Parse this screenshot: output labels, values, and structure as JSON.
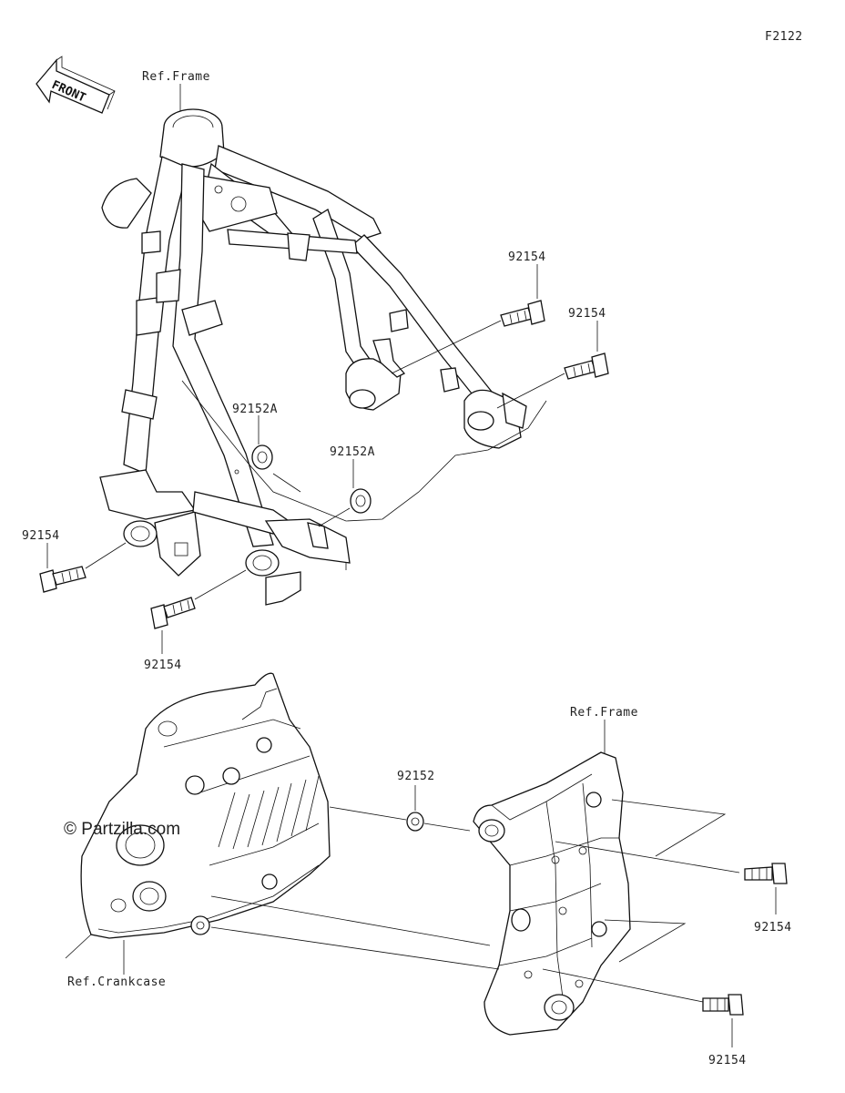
{
  "figure_code": "F2122",
  "front_arrow": {
    "text": "FRONT",
    "icon": "front-arrow-icon"
  },
  "watermark": "© Partzilla.com",
  "refs": {
    "frame_top": "Ref.Frame",
    "frame_bottom": "Ref.Frame",
    "crankcase": "Ref.Crankcase"
  },
  "parts": {
    "bolt_upper_right_1": "92154",
    "bolt_upper_right_2": "92154",
    "collar_left": "92152A",
    "collar_right": "92152A",
    "bolt_left": "92154",
    "bolt_lower_left": "92154",
    "collar_middle": "92152",
    "bolt_bracket_upper": "92154",
    "bolt_bracket_lower": "92154"
  }
}
